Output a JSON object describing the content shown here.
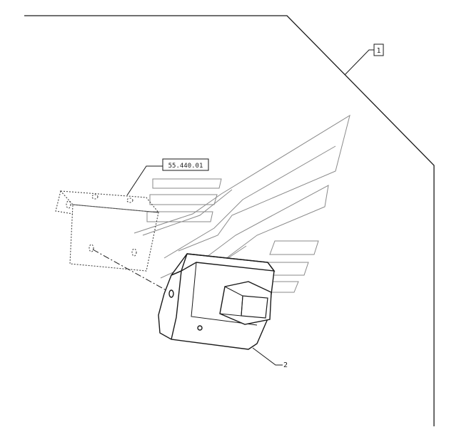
{
  "labels": {
    "assembly_ref": "1",
    "part_ref": "55.440.01",
    "item_ref": "2"
  },
  "colors": {
    "line": "#1a1a1a",
    "logo": "#8a8a8a",
    "dotted": "#444444"
  }
}
